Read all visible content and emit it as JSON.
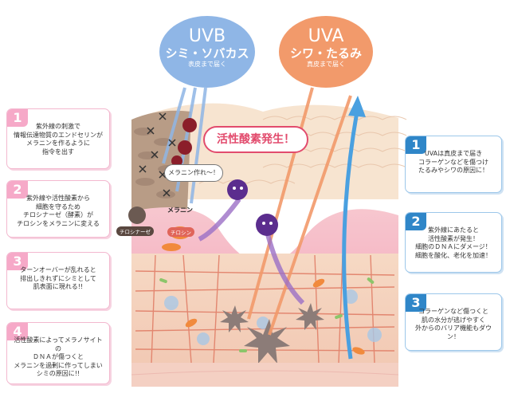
{
  "uvb": {
    "title": "UVB",
    "subtitle": "シミ・ソバカス",
    "note": "表皮まで届く"
  },
  "uva": {
    "title": "UVA",
    "subtitle": "シワ・たるみ",
    "note": "真皮まで届く"
  },
  "left_cards": [
    {
      "num": "1",
      "text": "紫外線の刺激で\n情報伝達物質のエンドセリンが\nメラニンを作るように\n指令を出す"
    },
    {
      "num": "2",
      "text": "紫外線や活性酸素から\n細胞を守るため\nチロシナーゼ（酵素）が\nチロシンをメラニンに変える"
    },
    {
      "num": "3",
      "text": "ターンオーバーが乱れると\n排出しきれずにシミとして\n肌表面に現れる!!"
    },
    {
      "num": "4",
      "text": "活性酸素によってメラノサイトの\nＤＮＡが傷つくと\nメラニンを過剰に作ってしまい\nシミの原因に!!"
    }
  ],
  "right_cards": [
    {
      "num": "1",
      "text": "UVAは真皮まで届き\nコラーゲンなどを傷つけ\nたるみやシワの原因に！"
    },
    {
      "num": "2",
      "text": "紫外線にあたると\n活性酸素が発生！\n細胞のＤＮＡにダメージ！\n細胞を酸化、老化を加速！"
    },
    {
      "num": "3",
      "text": "コラーゲンなど傷つくと\n肌の水分が逃げやすく\n外からのバリア機能もダウン！"
    }
  ],
  "labels": {
    "active_oxygen": "活性酸素発生！",
    "melanin_speech": "メラニン作れ〜！",
    "melanin": "メラニン",
    "tyrosinase": "チロシナーゼ",
    "tyrosine": "チロシン"
  },
  "colors": {
    "uvb": "#8fb6e6",
    "uva": "#f29a6b",
    "pink": "#f6a9c8",
    "blue": "#2f86c8",
    "alert": "#e24b6d"
  }
}
